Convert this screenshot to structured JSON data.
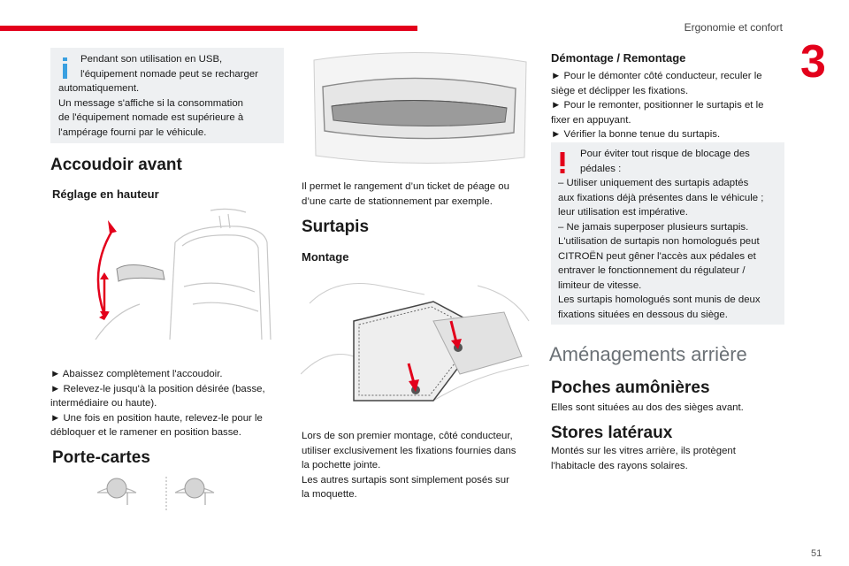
{
  "header": {
    "section_title": "Ergonomie et confort",
    "chapter_number": "3",
    "page_number": "51"
  },
  "left": {
    "info_box": {
      "line1": "Pendant son utilisation en USB,",
      "line2": "l'équipement nomade peut se recharger",
      "line3": "automatiquement.",
      "line4": "Un message s'affiche si la consommation",
      "line5": "de l'équipement nomade est supérieure à",
      "line6": "l'ampérage fourni par le véhicule."
    },
    "heading_accoudoir": "Accoudoir avant",
    "subheading_reglage": "Réglage en hauteur",
    "steps": [
      "► Abaissez complètement l'accoudoir.",
      "► Relevez-le jusqu'à la position désirée (basse,",
      "intermédiaire ou haute).",
      "► Une fois en position haute, relevez-le pour le",
      "débloquer et le ramener en position basse."
    ],
    "heading_porte_cartes": "Porte-cartes"
  },
  "middle": {
    "ticket_text_1": "Il permet le rangement d’un ticket de péage ou",
    "ticket_text_2": "d’une carte de stationnement par exemple.",
    "heading_surtapis": "Surtapis",
    "subheading_montage": "Montage",
    "montage_text": [
      "Lors de son premier montage, côté conducteur,",
      "utiliser exclusivement les fixations fournies dans",
      "la pochette jointe.",
      "Les autres surtapis sont simplement posés sur",
      "la moquette."
    ]
  },
  "right": {
    "subheading_demontage": "Démontage / Remontage",
    "demontage_steps": [
      "► Pour le démonter côté conducteur, reculer le",
      "siège et déclipper les fixations.",
      "► Pour le remonter, positionner le surtapis et le",
      "fixer en appuyant.",
      "► Vérifier la bonne tenue du surtapis."
    ],
    "warning_box": [
      "Pour éviter tout risque de blocage des",
      "pédales :",
      "–  Utiliser uniquement des surtapis adaptés",
      "aux fixations déjà présentes dans le véhicule ;",
      "leur utilisation est impérative.",
      "–  Ne jamais superposer plusieurs surtapis.",
      "L'utilisation de surtapis non homologués peut",
      "CITROËN peut gêner l'accès aux pédales et",
      "entraver le fonctionnement du régulateur /",
      "limiteur de vitesse.",
      "Les surtapis homologués sont munis de deux",
      "fixations situées en dessous du siège."
    ],
    "heading_amenagements": "Aménagements arrière",
    "heading_poches": "Poches aumônières",
    "poches_text": "Elles sont situées au dos des sièges avant.",
    "heading_stores": "Stores latéraux",
    "stores_text_1": "Montés sur les vitres arrière, ils protègent",
    "stores_text_2": "l'habitacle des rayons solaires."
  },
  "colors": {
    "accent": "#e3001b",
    "info_blue": "#3aa0e0",
    "box_bg": "#eef0f2"
  }
}
